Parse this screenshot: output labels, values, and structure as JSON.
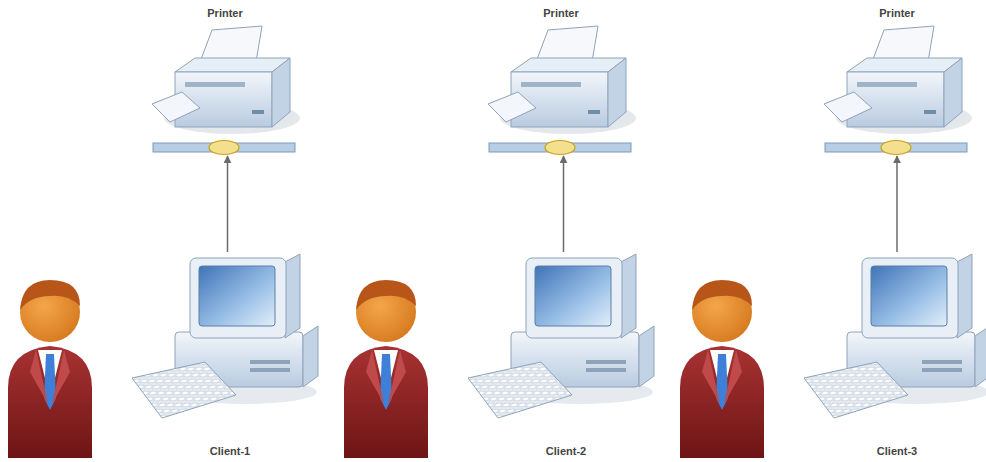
{
  "diagram": {
    "nodes": [
      {
        "text": [
          "Printer"
        ]
      },
      {
        "text": [
          "Printer"
        ]
      },
      {
        "text": [
          "Printer"
        ]
      },
      {
        "text": [
          "Client-1"
        ]
      },
      {
        "text": [
          "Client-2"
        ]
      },
      {
        "text": [
          "Client-3"
        ]
      }
    ],
    "edges": [
      {
        "from": 3,
        "to": 0,
        "arrow": "to"
      },
      {
        "from": 4,
        "to": 1,
        "arrow": "to"
      },
      {
        "from": 5,
        "to": 2,
        "arrow": "to"
      }
    ]
  }
}
